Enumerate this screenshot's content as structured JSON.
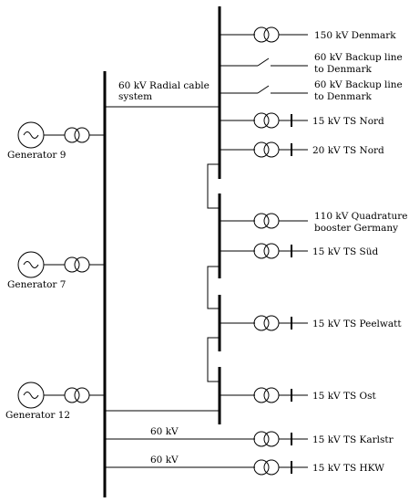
{
  "diagram": {
    "cable_label_line1": "60 kV Radial cable",
    "cable_label_line2": "system",
    "generators": [
      {
        "label": "Generator 9"
      },
      {
        "label": "Generator 7"
      },
      {
        "label": "Generator 12"
      }
    ],
    "feeders": [
      {
        "line1": "150 kV Denmark",
        "line2": "",
        "symbol": "transformer"
      },
      {
        "line1": "60 kV Backup line",
        "line2": "to Denmark",
        "symbol": "switch"
      },
      {
        "line1": "60 kV Backup line",
        "line2": "to Denmark",
        "symbol": "switch"
      },
      {
        "line1": "15 kV TS Nord",
        "line2": "",
        "symbol": "transformer-load"
      },
      {
        "line1": "20 kV TS Nord",
        "line2": "",
        "symbol": "transformer-load"
      },
      {
        "line1": "110 kV Quadrature",
        "line2": "booster Germany",
        "symbol": "transformer"
      },
      {
        "line1": "15 kV TS Süd",
        "line2": "",
        "symbol": "transformer-load"
      },
      {
        "line1": "15 kV TS Peelwatt",
        "line2": "",
        "symbol": "transformer-load"
      },
      {
        "line1": "15 kV TS Ost",
        "line2": "",
        "symbol": "transformer-load"
      }
    ],
    "lower_feeders": [
      {
        "voltage": "60 kV",
        "label": "15 kV TS Karlstr"
      },
      {
        "voltage": "60 kV",
        "label": "15 kV TS HKW"
      }
    ]
  }
}
